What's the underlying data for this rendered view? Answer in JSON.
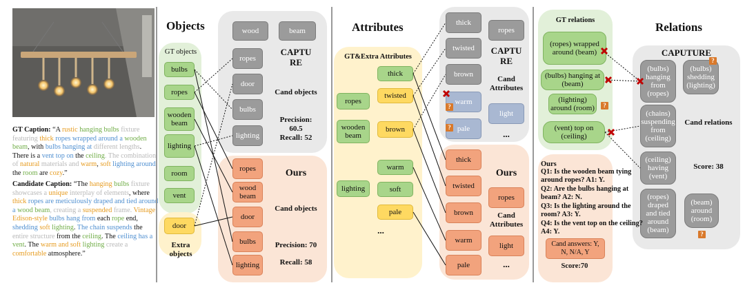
{
  "captions": {
    "gt_label": "GT Caption:",
    "gt_segments": [
      {
        "t": "“A ",
        "c": "black"
      },
      {
        "t": "rustic",
        "c": "orange"
      },
      {
        "t": " ",
        "c": "black"
      },
      {
        "t": "hanging bulbs",
        "c": "green"
      },
      {
        "t": " fixture featuring ",
        "c": "gray"
      },
      {
        "t": "thick",
        "c": "orange"
      },
      {
        "t": " ",
        "c": "black"
      },
      {
        "t": "ropes wrapped around a",
        "c": "blue"
      },
      {
        "t": " ",
        "c": "black"
      },
      {
        "t": "wooden beam",
        "c": "green"
      },
      {
        "t": ", with ",
        "c": "black"
      },
      {
        "t": "bulbs hanging at",
        "c": "blue"
      },
      {
        "t": " different lengths",
        "c": "gray"
      },
      {
        "t": ". There is a ",
        "c": "black"
      },
      {
        "t": "vent top on",
        "c": "blue"
      },
      {
        "t": " the ",
        "c": "black"
      },
      {
        "t": "ceiling",
        "c": "green"
      },
      {
        "t": ". The combination of ",
        "c": "gray"
      },
      {
        "t": "natural",
        "c": "orange"
      },
      {
        "t": " materials and ",
        "c": "gray"
      },
      {
        "t": "warm",
        "c": "orange"
      },
      {
        "t": ", ",
        "c": "black"
      },
      {
        "t": "soft",
        "c": "orange"
      },
      {
        "t": " ",
        "c": "black"
      },
      {
        "t": "lighting around",
        "c": "blue"
      },
      {
        "t": " the ",
        "c": "black"
      },
      {
        "t": "room",
        "c": "green"
      },
      {
        "t": " are ",
        "c": "black"
      },
      {
        "t": "cozy",
        "c": "orange"
      },
      {
        "t": ".”",
        "c": "black"
      }
    ],
    "cand_label": "Candidate Caption:",
    "cand_segments": [
      {
        "t": "“The ",
        "c": "black"
      },
      {
        "t": "hanging",
        "c": "orange"
      },
      {
        "t": " ",
        "c": "black"
      },
      {
        "t": "bulbs",
        "c": "green"
      },
      {
        "t": " fixture showcases a ",
        "c": "gray"
      },
      {
        "t": "unique",
        "c": "orange"
      },
      {
        "t": " interplay of elements",
        "c": "gray"
      },
      {
        "t": ", where ",
        "c": "black"
      },
      {
        "t": "thick",
        "c": "orange"
      },
      {
        "t": " ",
        "c": "black"
      },
      {
        "t": "ropes are meticulously draped and tied around a",
        "c": "blue"
      },
      {
        "t": " ",
        "c": "black"
      },
      {
        "t": "wood beam",
        "c": "green"
      },
      {
        "t": ", creating a ",
        "c": "gray"
      },
      {
        "t": "suspended",
        "c": "orange"
      },
      {
        "t": " frame. ",
        "c": "gray"
      },
      {
        "t": "Vintage Edison-style",
        "c": "orange"
      },
      {
        "t": " ",
        "c": "black"
      },
      {
        "t": "bulbs hang from",
        "c": "blue"
      },
      {
        "t": " each ",
        "c": "black"
      },
      {
        "t": "rope",
        "c": "green"
      },
      {
        "t": " end, ",
        "c": "black"
      },
      {
        "t": "shedding",
        "c": "blue"
      },
      {
        "t": " ",
        "c": "black"
      },
      {
        "t": "soft",
        "c": "orange"
      },
      {
        "t": " ",
        "c": "black"
      },
      {
        "t": "lighting",
        "c": "green"
      },
      {
        "t": ". ",
        "c": "black"
      },
      {
        "t": "The chain suspends",
        "c": "blue"
      },
      {
        "t": " the ",
        "c": "black"
      },
      {
        "t": "entire structure",
        "c": "gray"
      },
      {
        "t": " from the ",
        "c": "black"
      },
      {
        "t": "ceiling",
        "c": "green"
      },
      {
        "t": ". The ",
        "c": "black"
      },
      {
        "t": "ceiling has a",
        "c": "blue"
      },
      {
        "t": " ",
        "c": "black"
      },
      {
        "t": "vent",
        "c": "green"
      },
      {
        "t": ". The ",
        "c": "black"
      },
      {
        "t": "warm and soft",
        "c": "orange"
      },
      {
        "t": " ",
        "c": "black"
      },
      {
        "t": "lighting",
        "c": "green"
      },
      {
        "t": " create a ",
        "c": "gray"
      },
      {
        "t": "comfortable",
        "c": "orange"
      },
      {
        "t": " atmosphere.”",
        "c": "black"
      }
    ]
  },
  "objects": {
    "title": "Objects",
    "gt_label": "GT objects",
    "gt": [
      "bulbs",
      "ropes",
      "wooden beam",
      "lighting",
      "room",
      "vent"
    ],
    "extra": [
      "door"
    ],
    "extra_label": "Extra objects",
    "capture_label": "CAPTU RE",
    "capture_top": [
      "wood",
      "beam"
    ],
    "capture_col": [
      "ropes",
      "door",
      "bulbs",
      "lighting"
    ],
    "capture_cand_label": "Cand objects",
    "capture_precision": "Precision: 60.5",
    "capture_recall": "Recall: 52",
    "ours_label": "Ours",
    "ours": [
      "ropes",
      "wood beam",
      "door",
      "bulbs",
      "lighting"
    ],
    "ours_cand_label": "Cand objects",
    "ours_precision": "Precision: 70",
    "ours_recall": "Recall: 58"
  },
  "attributes": {
    "title": "Attributes",
    "gt_label": "GT&Extra Attributes",
    "gt_objects": [
      "ropes",
      "wooden beam",
      "lighting"
    ],
    "gt_attrs": [
      "thick",
      "twisted",
      "brown",
      "warm",
      "soft",
      "pale"
    ],
    "gt_dots": "...",
    "capture_label": "CAPTU RE",
    "capture_attrs": [
      "thick",
      "twisted",
      "brown",
      "warm",
      "pale"
    ],
    "capture_objs": [
      "ropes",
      "light"
    ],
    "capture_cand_label": "Cand Attributes",
    "capture_dots": "...",
    "ours_label": "Ours",
    "ours_attrs": [
      "thick",
      "twisted",
      "brown",
      "warm",
      "pale"
    ],
    "ours_objs": [
      "ropes",
      "light"
    ],
    "ours_cand_label": "Cand Attributes",
    "ours_dots": "..."
  },
  "relations": {
    "title": "Relations",
    "gt_label": "GT relations",
    "gt": [
      "(ropes) wrapped around (beam)",
      "(bulbs) hanging at (beam)",
      "(lighting) around (room)",
      "(vent) top on (ceiling)"
    ],
    "capture_label": "CAPUTURE",
    "capture": [
      "(bulbs) hanging from (ropes)",
      "(bulbs) shedding (lighting)",
      "(chains) suspending from (ceiling)",
      "(ceiling) having (vent)",
      "(ropes) draped and tied around (beam)",
      "(beam) around (room)"
    ],
    "capture_cand_label": "Cand relations",
    "capture_score": "Score: 38",
    "ours_title": "Ours",
    "questions": [
      "Q1: Is the wooden beam tying around ropes? A1: Y.",
      "Q2: Are the bulbs hanging at beam? A2: N.",
      "Q3: Is the lighting around the room? A3: Y.",
      "Q4:  Is the vent top on the ceiling? A4: Y."
    ],
    "cand_answers": "Cand answers: Y, N, N/A, Y",
    "ours_score": "Score:70"
  },
  "marks": {
    "x_icon": "red-x-icon",
    "q_icon": "question-icon",
    "q_glyph": "?"
  },
  "colors": {
    "green": "#a8d58a",
    "gray": "#9b9b9b",
    "orange": "#f2a37d",
    "yellow": "#fed961",
    "blue": "#a9b8d2",
    "green_panel": "#e2f0d9",
    "gray_panel": "#e9e9e9",
    "orange_panel": "#fbe5d6",
    "yellow_panel": "#fff2cc",
    "text_orange": "#e69b1f",
    "text_green": "#70ad47",
    "text_blue": "#4f8fd0",
    "text_gray": "#b8b8b8"
  }
}
